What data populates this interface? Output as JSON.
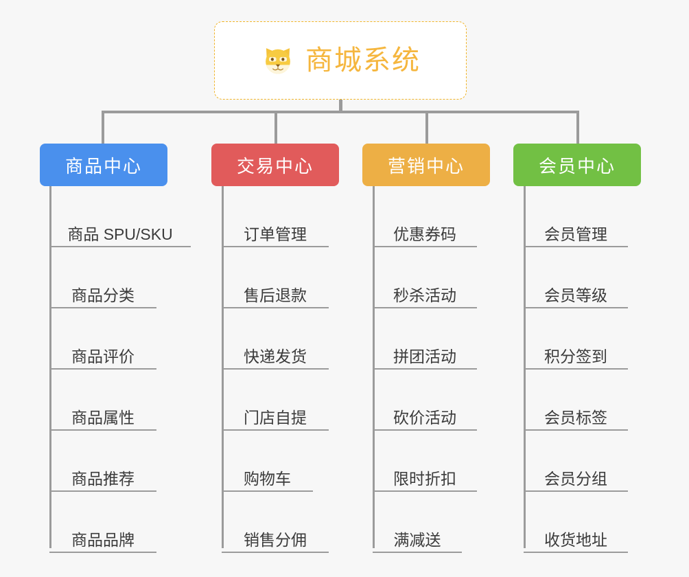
{
  "page": {
    "background_color": "#f7f7f7",
    "line_color": "#9b9b9b",
    "text_color": "#3b3b3b"
  },
  "root": {
    "title": "商城系统",
    "icon": "shiba-dog-face-emoji",
    "title_color": "#f5b63e",
    "border_color": "#f0b429",
    "background_color": "#ffffff"
  },
  "categories": [
    {
      "label": "商品中心",
      "color": "#4a90ed",
      "items": [
        "商品 SPU/SKU",
        "商品分类",
        "商品评价",
        "商品属性",
        "商品推荐",
        "商品品牌"
      ]
    },
    {
      "label": "交易中心",
      "color": "#e15b5b",
      "items": [
        "订单管理",
        "售后退款",
        "快递发货",
        "门店自提",
        "购物车",
        "销售分佣"
      ]
    },
    {
      "label": "营销中心",
      "color": "#edaf45",
      "items": [
        "优惠券码",
        "秒杀活动",
        "拼团活动",
        "砍价活动",
        "限时折扣",
        "满减送"
      ]
    },
    {
      "label": "会员中心",
      "color": "#72c044",
      "items": [
        "会员管理",
        "会员等级",
        "积分签到",
        "会员标签",
        "会员分组",
        "收货地址"
      ]
    }
  ]
}
